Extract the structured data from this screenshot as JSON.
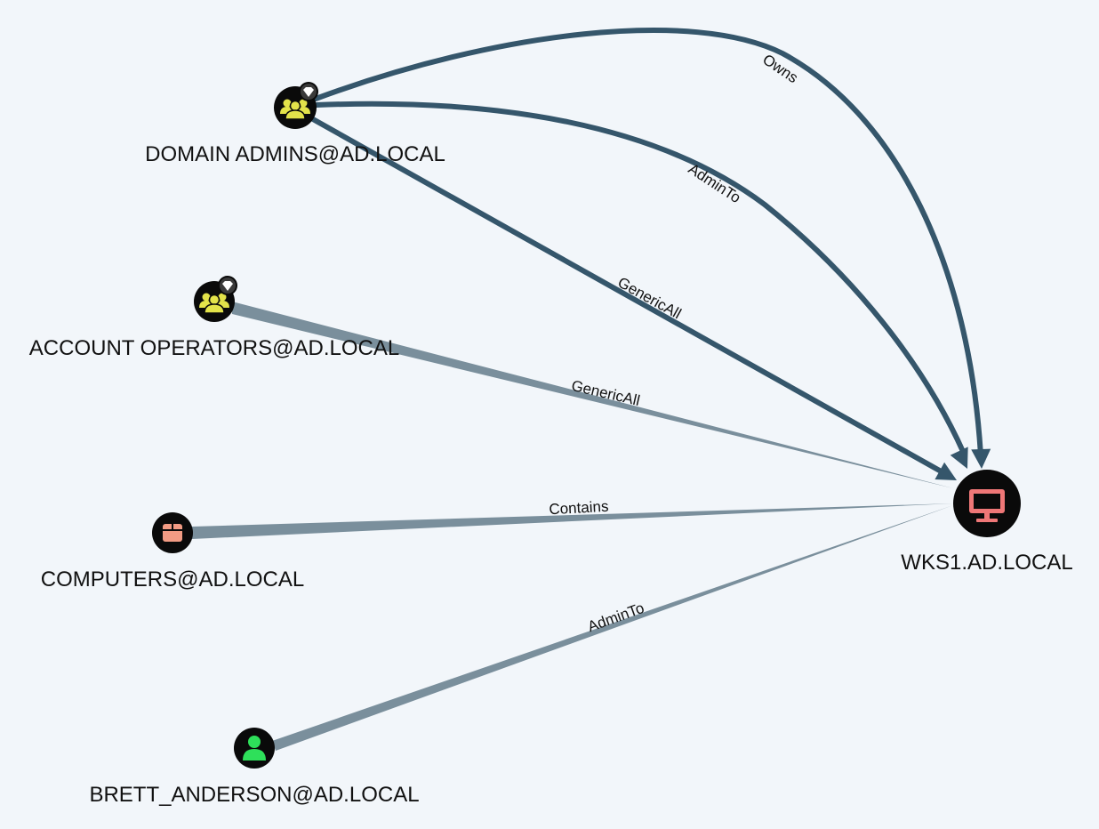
{
  "graph": {
    "colors": {
      "background": "#f2f6fa",
      "edge_dark": "#35566b",
      "edge_light": "#7a8f9c",
      "node_fill": "#0a0a0a",
      "group_icon": "#e3e34a",
      "ou_icon": "#f29b84",
      "computer_icon": "#ef7777",
      "user_icon": "#2ee05a",
      "highvalue_badge": "#ffffff"
    },
    "nodes": [
      {
        "id": "domain_admins",
        "label": "DOMAIN ADMINS@AD.LOCAL",
        "kind": "group",
        "icon": "group-icon",
        "high_value": true
      },
      {
        "id": "account_operators",
        "label": "ACCOUNT OPERATORS@AD.LOCAL",
        "kind": "group",
        "icon": "group-icon",
        "high_value": true
      },
      {
        "id": "computers",
        "label": "COMPUTERS@AD.LOCAL",
        "kind": "container",
        "icon": "ou-icon",
        "high_value": false
      },
      {
        "id": "brett_anderson",
        "label": "BRETT_ANDERSON@AD.LOCAL",
        "kind": "user",
        "icon": "user-icon",
        "high_value": false
      },
      {
        "id": "wks1",
        "label": "WKS1.AD.LOCAL",
        "kind": "computer",
        "icon": "computer-icon",
        "high_value": false
      }
    ],
    "edges": [
      {
        "id": "e_owns",
        "from": "domain_admins",
        "to": "wks1",
        "label": "Owns",
        "style": "dark"
      },
      {
        "id": "e_adminto_da",
        "from": "domain_admins",
        "to": "wks1",
        "label": "AdminTo",
        "style": "dark"
      },
      {
        "id": "e_genericall_da",
        "from": "domain_admins",
        "to": "wks1",
        "label": "GenericAll",
        "style": "dark"
      },
      {
        "id": "e_genericall_ao",
        "from": "account_operators",
        "to": "wks1",
        "label": "GenericAll",
        "style": "tapered"
      },
      {
        "id": "e_contains",
        "from": "computers",
        "to": "wks1",
        "label": "Contains",
        "style": "tapered"
      },
      {
        "id": "e_adminto_brett",
        "from": "brett_anderson",
        "to": "wks1",
        "label": "AdminTo",
        "style": "tapered"
      }
    ]
  }
}
